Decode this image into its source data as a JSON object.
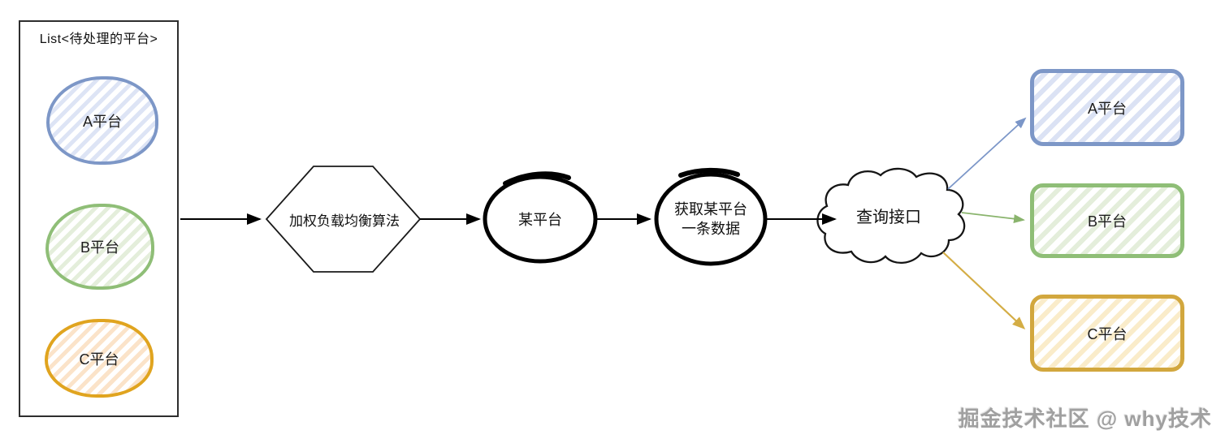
{
  "list": {
    "title": "List<待处理的平台>",
    "items": [
      {
        "label": "A平台"
      },
      {
        "label": "B平台"
      },
      {
        "label": "C平台"
      }
    ]
  },
  "flow": {
    "algorithm": "加权负载均衡算法",
    "selected_platform": "某平台",
    "fetch_line1": "获取某平台",
    "fetch_line2": "一条数据",
    "query_interface": "查询接口"
  },
  "targets": [
    {
      "label": "A平台"
    },
    {
      "label": "B平台"
    },
    {
      "label": "C平台"
    }
  ],
  "watermark": "掘金技术社区 @ why技术",
  "colors": {
    "platform_a_border": "#7d97c7",
    "platform_a_stripe": "#dbe2f4",
    "platform_b_border": "#8fbe77",
    "platform_b_stripe": "#e4eedb",
    "platform_c_ellipse_border": "#e0a41f",
    "platform_c_rect_border": "#d2a73e",
    "platform_c_stripe": "#faecca",
    "arrow_blue": "#7b96c8",
    "arrow_green": "#8ab46d",
    "arrow_yellow": "#d4ad45",
    "arrow_black": "#000000"
  }
}
